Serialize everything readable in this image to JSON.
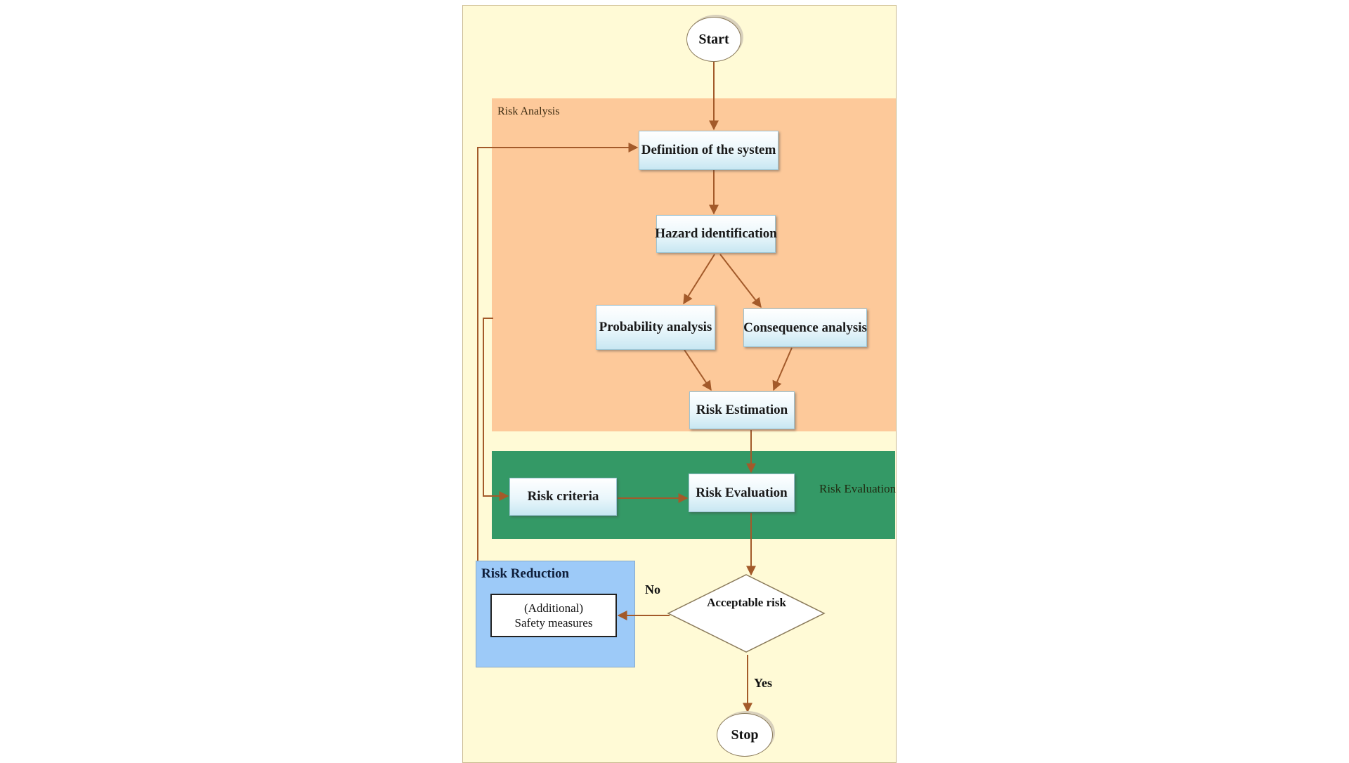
{
  "nodes": {
    "start": "Start",
    "definition": "Definition of the system",
    "hazard": "Hazard identification",
    "probability": "Probability analysis",
    "consequence": "Consequence analysis",
    "estimation": "Risk Estimation",
    "criteria": "Risk criteria",
    "evaluation": "Risk Evaluation",
    "decision": "Acceptable risk",
    "safety_line1": "(Additional)",
    "safety_line2": "Safety measures",
    "stop": "Stop"
  },
  "regions": {
    "analysis": "Risk Analysis",
    "evaluation": "Risk Evaluation",
    "reduction": "Risk Reduction"
  },
  "edge_labels": {
    "no": "No",
    "yes": "Yes"
  },
  "colors": {
    "panel_background": "#fffad6",
    "risk_analysis_region": "#fdc99a",
    "risk_evaluation_region": "#349966",
    "risk_reduction_region": "#9dcaf8",
    "connector": "#a35a2a"
  }
}
